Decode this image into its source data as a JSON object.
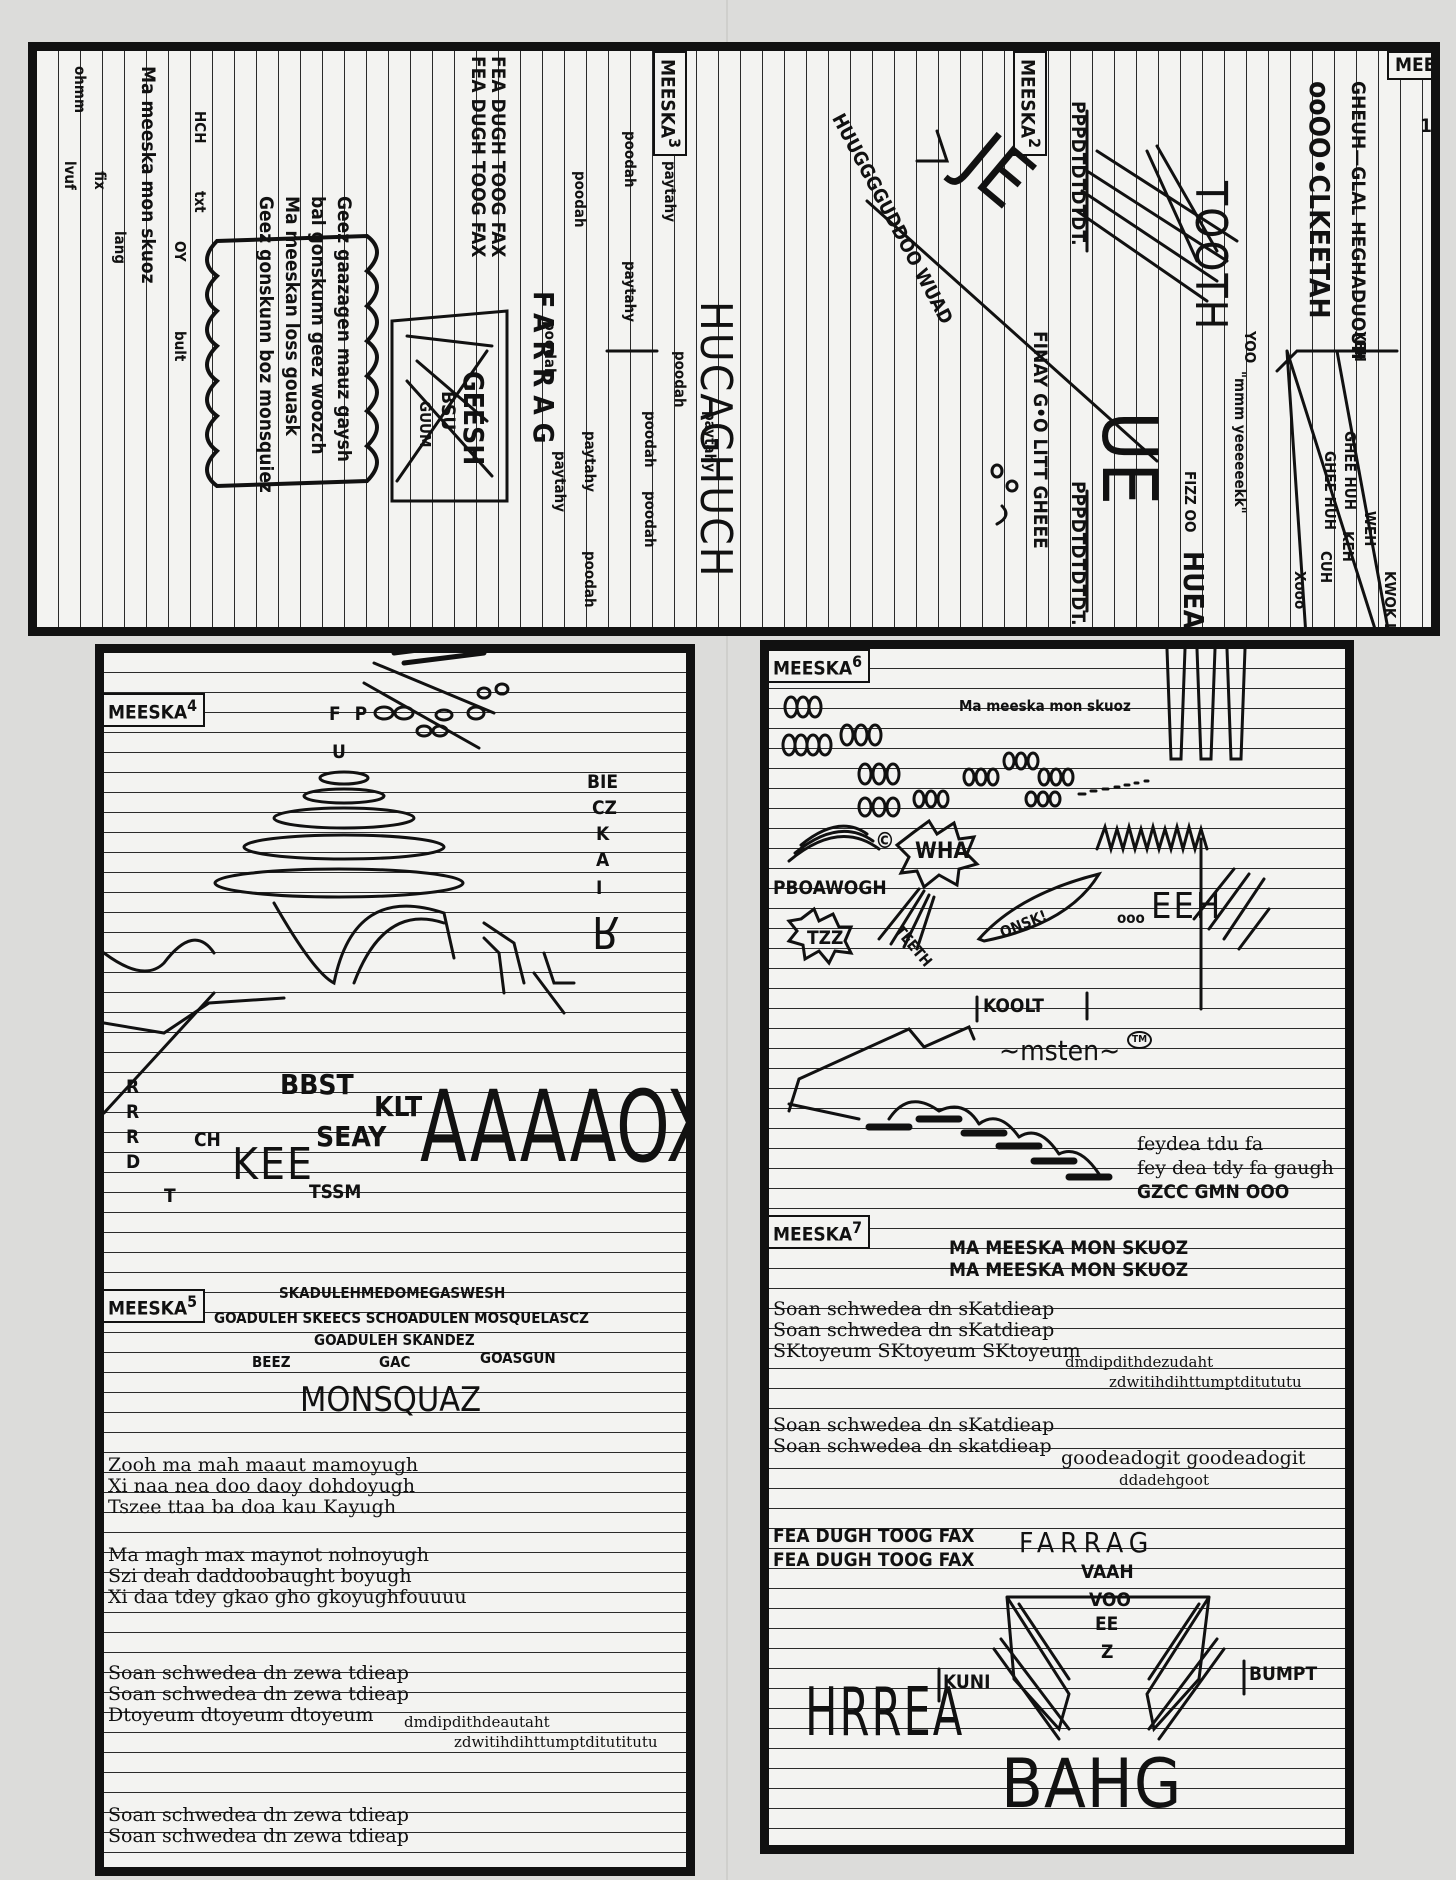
{
  "panels": {
    "p1": {
      "label": "MEESKA",
      "number": "1",
      "line1": "GHEUH—GLAL HEGHADUOUH",
      "line2": "ooOO•CLKEETAH",
      "yoo": "YOO",
      "xeh": "XEH",
      "rail": "GHEE HUH",
      "rail_b": "GHEE HUH",
      "sig1": "WEH",
      "sig2": "KEH",
      "sig3": "CUH",
      "xooo": "Xooo",
      "kwok": "KWOK LAH",
      "hmm": "\"mmm yeeeeeekk\"",
      "tooth": "TOOTH",
      "fizz": "FIZZ OO",
      "huh": "HUEAU"
    },
    "p2": {
      "label": "MEESKA",
      "number": "2",
      "pppt1": "PPPDTDTDTDT.",
      "pppt2": "PPPDTDTDTDT.",
      "hucg": "HUUGGGGUDDOO WUAD",
      "fin": "FINAY G•O LITT GHEEE",
      "je": "JE",
      "ue": "UE"
    },
    "p3": {
      "label": "MEESKA",
      "number": "3",
      "fea1": "FEA DUGH TOOG FAX",
      "fea2": "FEA DUGH TOOG FAX",
      "hucagh": "HUCAGHUCH",
      "poodah": [
        "poodah",
        "poodah",
        "poodah",
        "poodah",
        "poodah",
        "poodah",
        "poodah"
      ],
      "paytahy": [
        "paytahy",
        "paytahy",
        "paytahy",
        "paytahy",
        "paytahy"
      ],
      "farrag": "FARRAG",
      "geesh": "GEESH",
      "bsu": "BSU",
      "guum": "GUUM",
      "cloud": [
        "Geez gaazagen mauz gaysh",
        "bal gonskunn geez woozch",
        "Ma meeskan loss gouask",
        "Geez gonskunn boz monsquiez"
      ],
      "hch": "HCH",
      "txt": "txt",
      "oy": "OY",
      "bult": "bult",
      "ohmm": "ohmm",
      "fix": "fix",
      "lang": "lang",
      "lvuf": "lvuf",
      "monskuoz": "Ma meeska mon skuoz"
    },
    "p4": {
      "label": "MEESKA",
      "number": "4",
      "fp": "F P",
      "u": "U",
      "bie": [
        "BIE",
        "CZ",
        "K",
        "A",
        "I",
        "R"
      ],
      "rrrd": [
        "R",
        "R",
        "R",
        "D"
      ],
      "t": "T",
      "ch": "CH",
      "kee": "KEE",
      "bbst": "BBST",
      "seay": "SEAY",
      "klt": "KLT",
      "tssm": "TSSM",
      "aaaa": "AAAAOX"
    },
    "p5": {
      "label": "MEESKA",
      "number": "5",
      "l1": "SKADULEHMEDOMEGASWESH",
      "l2": "GOADULEH SKEECS SCHOADULEN MOSQUELASCZ",
      "l3": "GOADULEH SKANDEZ",
      "beez": "BEEZ",
      "gac": "GAC",
      "goasgun": "GOASGUN",
      "monsquaz": "MONSQUAZ",
      "v1": [
        "Zooh ma mah maaut mamoyugh",
        "Xi naa nea doo daoy dohdoyugh",
        "Tszee ttaa ba doa kau Kayugh"
      ],
      "v2": [
        "Ma magh max maynot nolnoyugh",
        "Szi deah daddoobaught boyugh",
        "Xi daa tdey gkao gho gkoyughfouuuu"
      ],
      "v3": [
        "Soan schwedea dn zewa tdieap",
        "Soan schwedea dn zewa tdieap",
        "Dtoyeum dtoyeum dtoyeum"
      ],
      "dmd1": "dmdipdithdeautaht",
      "dmd2": "zdwitihdihttumptditutitutu",
      "v4": [
        "Soan schwedea dn zewa tdieap",
        "Soan schwedea dn zewa tdieap"
      ]
    },
    "p6": {
      "label": "MEESKA",
      "number": "6",
      "monskuoz": "Ma meeska mon skuoz",
      "wha": "WHA",
      "pboawogh": "PBOAWOGH",
      "tzz": "TZZ",
      "teeth": "TEETH",
      "onsk": "ONSK!",
      "eeh": "EEH",
      "ooo": "ooo",
      "koolt": "KOOLT",
      "msten": "~msten~",
      "tm": "TM",
      "fey1": "feydea tdu fa",
      "fey2": "fey dea tdy fa gaugh",
      "gzcc": "GZCC GMN OOO",
      "copy": "©"
    },
    "p7": {
      "label": "MEESKA",
      "number": "7",
      "m1": "MA MEESKA MON SKUOZ",
      "m2": "MA MEESKA MON SKUOZ",
      "s1": [
        "Soan schwedea dn sKatdieap",
        "Soan schwedea dn sKatdieap",
        "SKtoyeum SKtoyeum SKtoyeum"
      ],
      "dmd1": "dmdipdithdezudaht",
      "dmd2": "zdwitihdihttumptditututu",
      "s2": [
        "Soan schwedea dn sKatdieap",
        "Soan schwedea dn skatdieap"
      ],
      "good": "goodeadogit goodeadogit",
      "dd": "ddadehgoot",
      "fea1": "FEA DUGH TOOG FAX",
      "fea2": "FEA DUGH TOOG FAX",
      "farrag": "FARRAG",
      "vaah": "VAAH",
      "voo": "VOO",
      "ee": "EE",
      "z": "Z",
      "hrrea": "HRREA",
      "kuni": "KUNI",
      "bumpt": "BUMPT",
      "bang": "BAHG"
    }
  }
}
